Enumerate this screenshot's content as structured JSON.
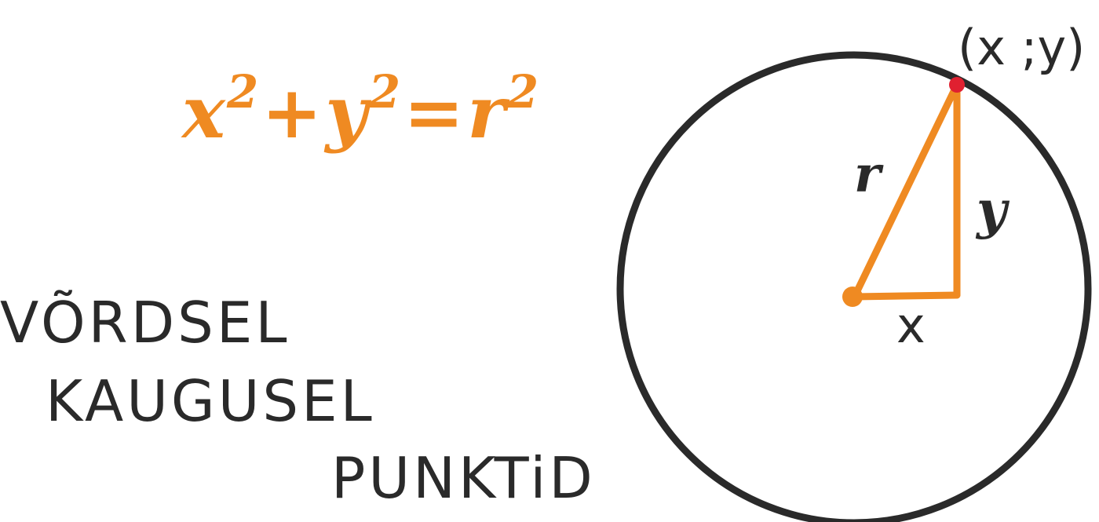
{
  "equation": {
    "x": "x",
    "x_exp": "2",
    "plus": "+",
    "y": "y",
    "y_exp": "2",
    "equals": "=",
    "r": "r",
    "r_exp": "2",
    "color": "#ef8a22"
  },
  "caption": {
    "line1": "VÕRDSEL",
    "line2": "KAUGUSEL",
    "line3": "PUNKTiD",
    "color": "#2a2a2a"
  },
  "diagram": {
    "point_label": "(x ;y)",
    "radius_label": "r",
    "vertical_label": "y",
    "horizontal_label": "x",
    "circle_color": "#2a2a2a",
    "triangle_color": "#ef8a22",
    "point_color": "#e02030",
    "center_color": "#ef8a22"
  }
}
